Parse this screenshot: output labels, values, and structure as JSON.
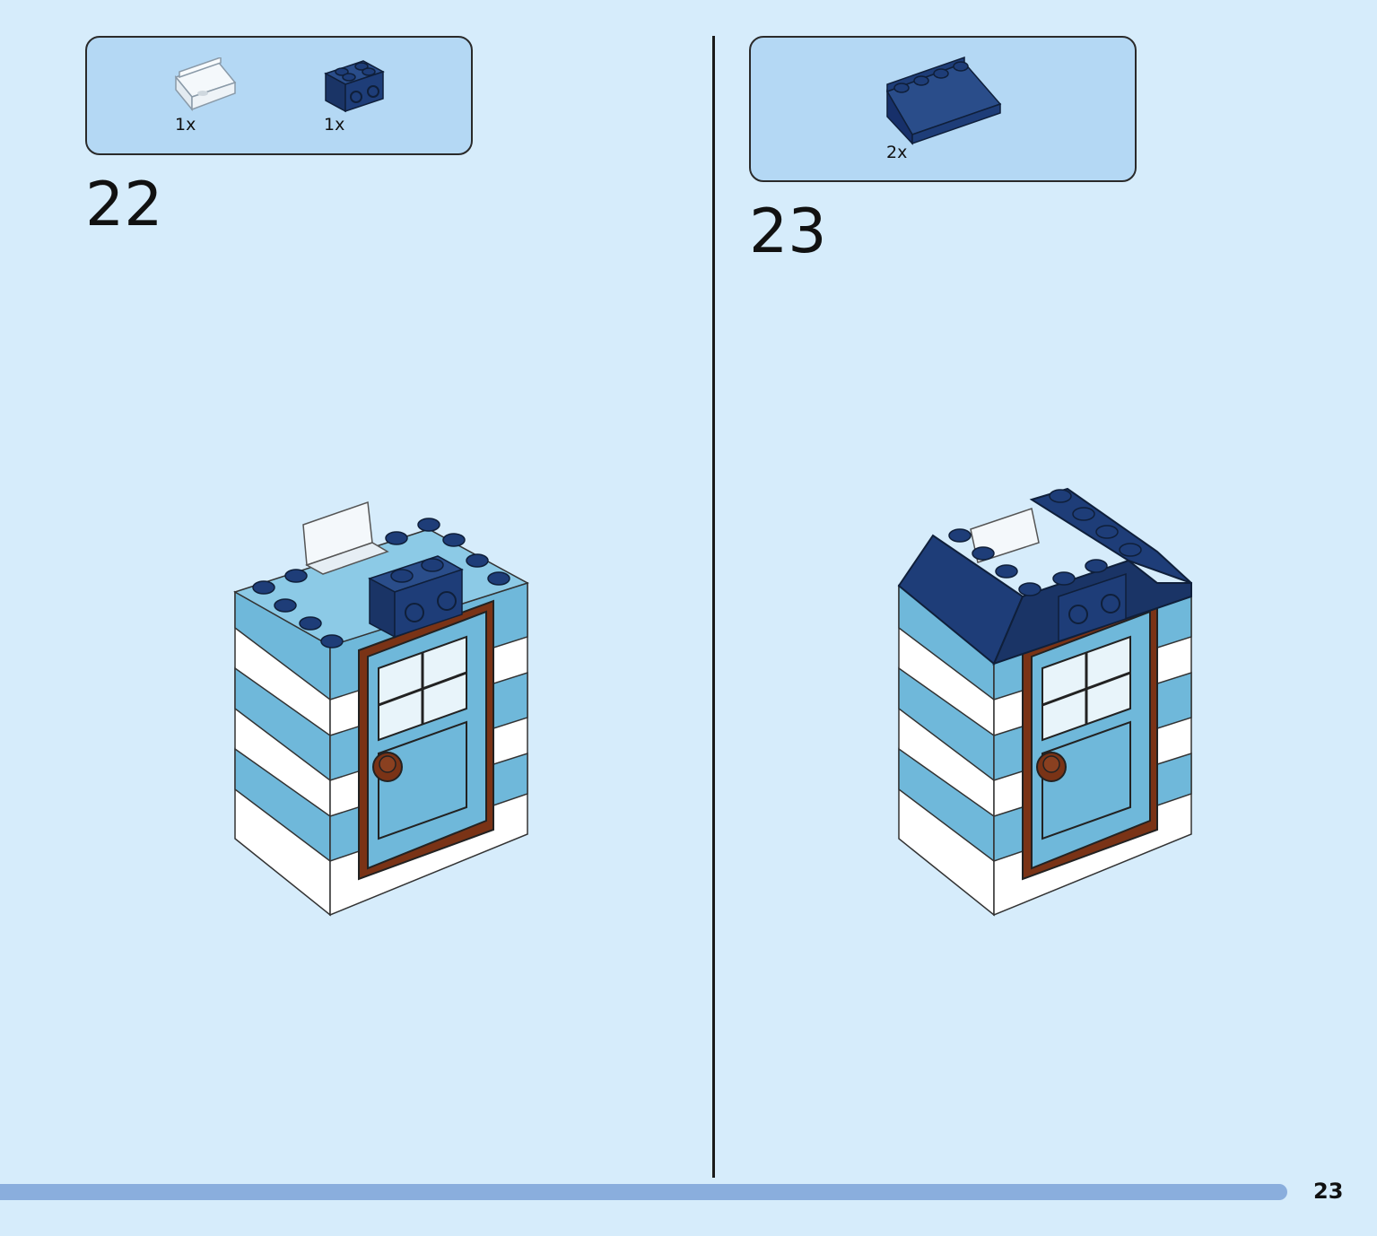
{
  "steps": [
    {
      "number": "22",
      "parts": [
        {
          "qty": "1x",
          "icon": "transparent-panel-icon",
          "color": "#eef4f8"
        },
        {
          "qty": "1x",
          "icon": "dark-blue-brick-icon",
          "color": "#1e3d78"
        }
      ]
    },
    {
      "number": "23",
      "parts": [
        {
          "qty": "2x",
          "icon": "dark-blue-slope-icon",
          "color": "#1e3d78"
        }
      ]
    }
  ],
  "colors": {
    "background": "#d6ecfb",
    "parts_box": "#b4d8f4",
    "dark_blue": "#1e3d78",
    "medium_blue": "#6fb8da",
    "white": "#ffffff",
    "brown": "#7a3316",
    "progress": "#8aaedd"
  },
  "page": {
    "number": "23",
    "progress": 0.935
  }
}
